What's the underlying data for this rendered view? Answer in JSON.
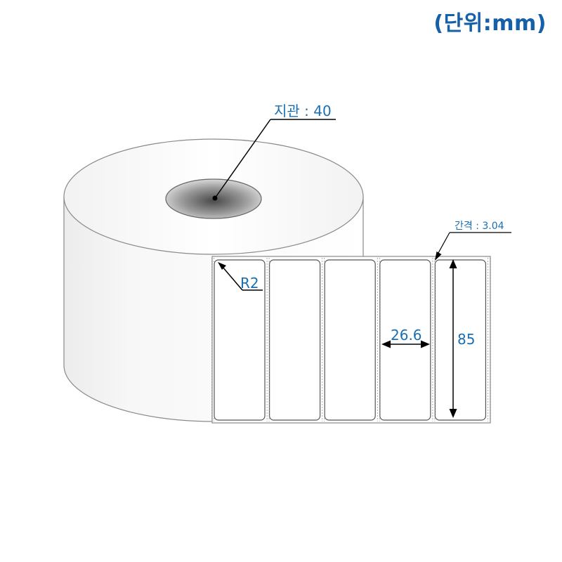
{
  "unit_label": "(단위:mm)",
  "dimensions": {
    "core": "지관 : 40",
    "gap": "간격 : 3.04",
    "corner_radius": "R2",
    "label_width": "26.6",
    "label_height": "85"
  },
  "label_count": 5,
  "colors": {
    "accent": "#1a6fb3",
    "unit_text": "#1560a8",
    "outline": "#8a8a8a",
    "label_border": "#555555",
    "leader": "#000000"
  }
}
